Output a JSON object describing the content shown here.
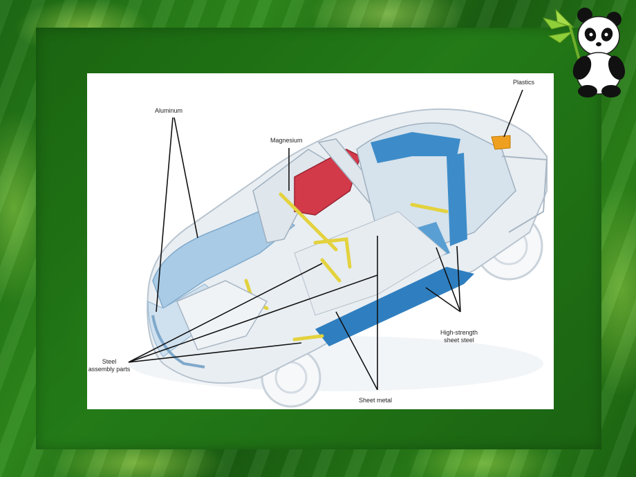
{
  "slide": {
    "colors": {
      "background": "#2a7d18",
      "panel": "#1f6f15",
      "diagram_bg": "#ffffff",
      "aluminum_blue": "#7fb3d9",
      "steel_blue": "#2f7fc0",
      "magnesium_red": "#d23a4a",
      "steel_yellow": "#e8d84a",
      "plastics_orange": "#f0a020"
    }
  },
  "diagram": {
    "labels": {
      "aluminum": "Aluminum",
      "magnesium": "Magnesium",
      "plastics": "Plastics",
      "steel_line1": "Steel",
      "steel_line2": "assembly parts",
      "high_strength_line1": "High-strength",
      "high_strength_line2": "sheet steel",
      "sheet_metal": "Sheet metal"
    }
  },
  "decorations": {
    "mascot": "panda-with-bamboo-icon"
  }
}
